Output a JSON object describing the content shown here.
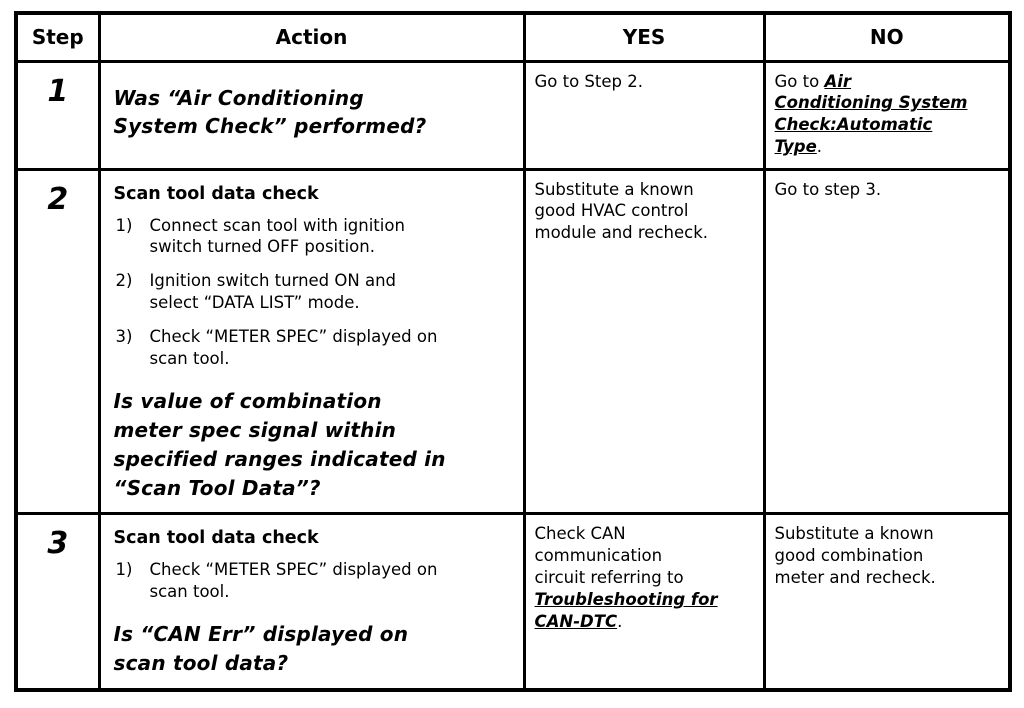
{
  "header": {
    "step": "Step",
    "action": "Action",
    "yes": "YES",
    "no": "NO"
  },
  "rows": [
    {
      "step": "1",
      "action": {
        "question": "Was “Air Conditioning\nSystem Check” performed?"
      },
      "yes": {
        "text": "Go to Step 2."
      },
      "no": {
        "prefix": "Go to ",
        "link": "Air\nConditioning System\nCheck:Automatic\nType",
        "suffix": "."
      }
    },
    {
      "step": "2",
      "action": {
        "title": "Scan tool data check",
        "steps": [
          {
            "num": "1)",
            "text": "Connect scan tool with ignition\nswitch turned OFF position."
          },
          {
            "num": "2)",
            "text": "Ignition switch turned ON and\nselect “DATA LIST” mode."
          },
          {
            "num": "3)",
            "text": "Check “METER SPEC” displayed on\nscan tool."
          }
        ],
        "question": "Is value of combination\nmeter spec signal within\nspecified ranges indicated in\n“Scan Tool Data”?"
      },
      "yes": {
        "text": "Substitute a known\ngood HVAC control\nmodule and recheck."
      },
      "no": {
        "text": "Go to step 3."
      }
    },
    {
      "step": "3",
      "action": {
        "title": "Scan tool data check",
        "steps": [
          {
            "num": "1)",
            "text": "Check “METER SPEC” displayed on\nscan tool."
          }
        ],
        "question": "Is “CAN Err” displayed on\nscan tool data?"
      },
      "yes": {
        "prefix": "Check CAN\ncommunication\ncircuit referring to\n",
        "link": "Troubleshooting for\nCAN-DTC",
        "suffix": "."
      },
      "no": {
        "text": "Substitute a known\ngood combination\nmeter and recheck."
      }
    }
  ]
}
